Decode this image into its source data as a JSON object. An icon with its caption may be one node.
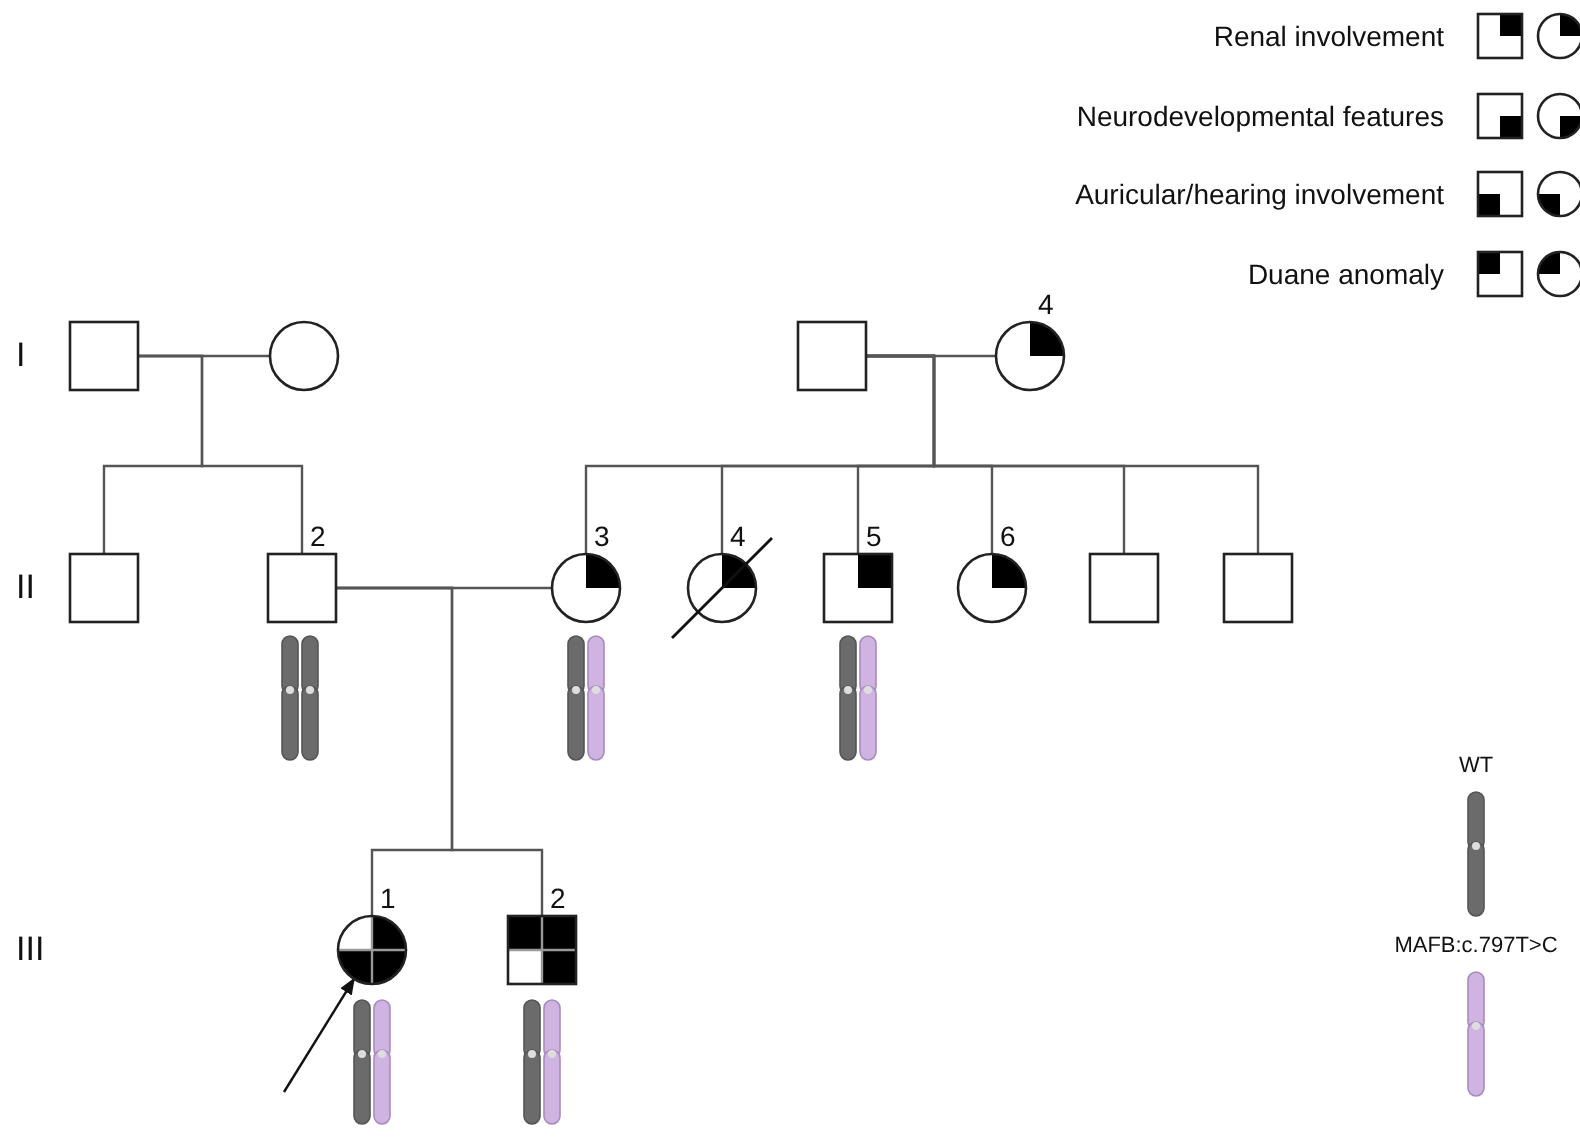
{
  "diagram": {
    "nodes": [
      {
        "text": [],
        "shape": "box"
      },
      {
        "text": [],
        "shape": "circle"
      },
      {
        "text": [],
        "shape": "box"
      },
      {
        "text": [],
        "shape": "circle",
        "beside": [
          "4"
        ]
      },
      {
        "text": [],
        "shape": "box"
      },
      {
        "text": [],
        "shape": "box",
        "beside": [
          "2"
        ]
      },
      {
        "text": [],
        "shape": "circle",
        "beside": [
          "3"
        ]
      },
      {
        "text": [],
        "shape": "circle",
        "beside": [
          "4"
        ]
      },
      {
        "text": [],
        "shape": "box",
        "beside": [
          "5"
        ]
      },
      {
        "text": [],
        "shape": "circle",
        "beside": [
          "6"
        ]
      },
      {
        "text": [],
        "shape": "box"
      },
      {
        "text": [],
        "shape": "box"
      },
      {
        "text": [],
        "shape": "circle",
        "beside": [
          "1"
        ]
      },
      {
        "text": [],
        "shape": "box",
        "beside": [
          "2"
        ]
      }
    ],
    "edges": [
      {
        "from": 0,
        "to": 1,
        "arrow": "none"
      },
      {
        "from": 0,
        "to": 4,
        "arrow": "none"
      },
      {
        "from": 0,
        "to": 5,
        "arrow": "none"
      },
      {
        "from": 2,
        "to": 3,
        "arrow": "none"
      },
      {
        "from": 2,
        "to": 6,
        "arrow": "none"
      },
      {
        "from": 2,
        "to": 7,
        "arrow": "none"
      },
      {
        "from": 2,
        "to": 8,
        "arrow": "none"
      },
      {
        "from": 2,
        "to": 9,
        "arrow": "none"
      },
      {
        "from": 2,
        "to": 10,
        "arrow": "none"
      },
      {
        "from": 2,
        "to": 11,
        "arrow": "none"
      },
      {
        "from": 5,
        "to": 6,
        "arrow": "none"
      },
      {
        "from": 5,
        "to": 12,
        "arrow": "none"
      },
      {
        "from": 5,
        "to": 13,
        "arrow": "none"
      },
      {
        "from": null,
        "to": 12,
        "arrow": "to"
      }
    ],
    "labels": [
      "I",
      "II",
      "III"
    ],
    "legend": [
      {
        "text": "Renal involvement"
      },
      {
        "text": "Neurodevelopmental features"
      },
      {
        "text": "Auricular/hearing involvement"
      },
      {
        "text": "Duane anomaly"
      },
      {
        "text": "WT"
      },
      {
        "text": "MAFB:c.797T>C"
      }
    ]
  }
}
